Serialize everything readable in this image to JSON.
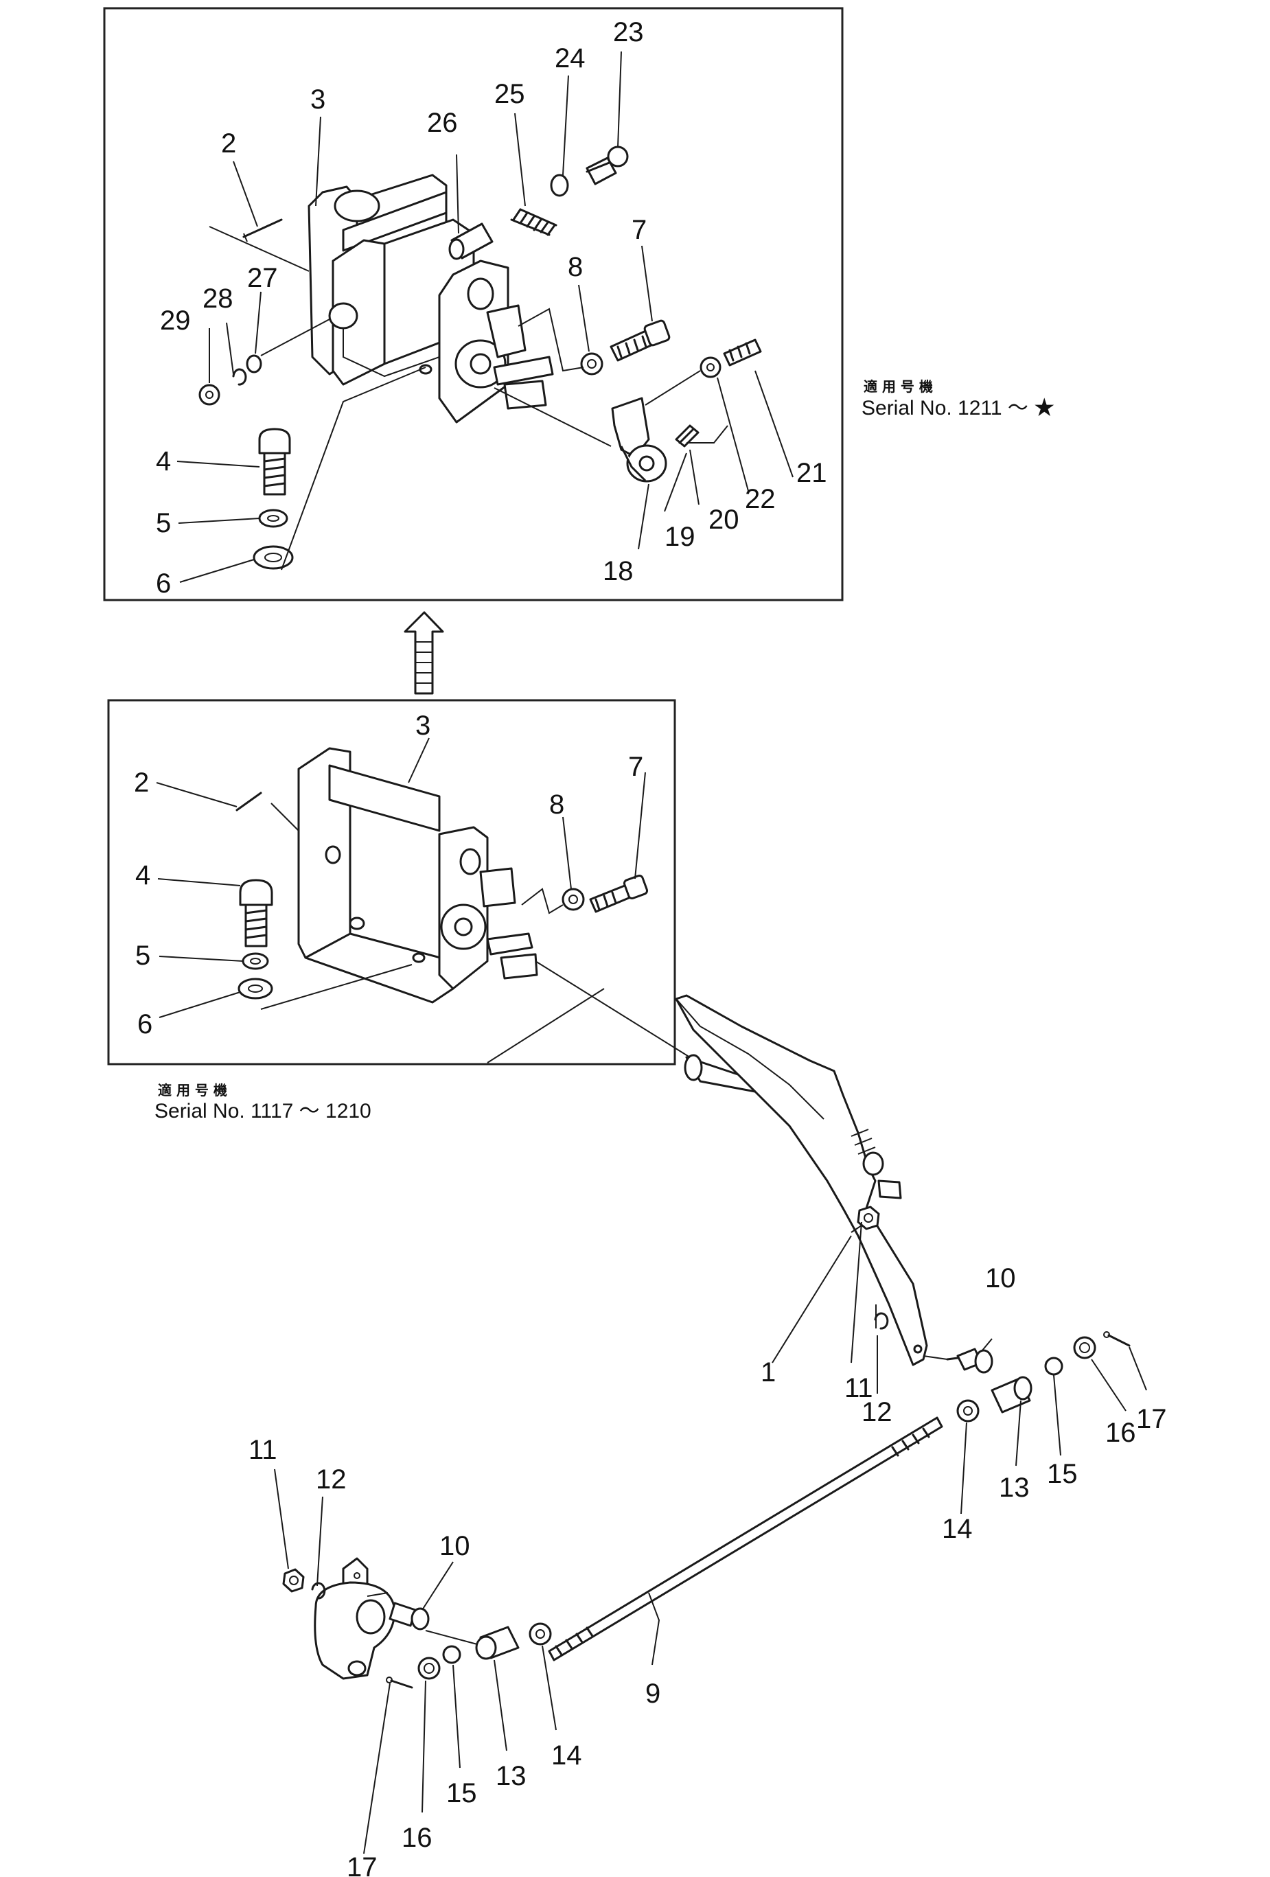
{
  "upper_box": {
    "caption_jp": "適 用 号 機",
    "caption_serial": "Serial No. 1211 〜 ★",
    "labels": {
      "l2": "2",
      "l3": "3",
      "l4": "4",
      "l5": "5",
      "l6": "6",
      "l7": "7",
      "l8": "8",
      "l18": "18",
      "l19": "19",
      "l20": "20",
      "l21": "21",
      "l22": "22",
      "l23": "23",
      "l24": "24",
      "l25": "25",
      "l26": "26",
      "l27": "27",
      "l28": "28",
      "l29": "29"
    }
  },
  "lower_box": {
    "caption_jp": "適 用 号 機",
    "caption_serial": "Serial No. 1117 〜 1210",
    "labels": {
      "l2": "2",
      "l3": "3",
      "l4": "4",
      "l5": "5",
      "l6": "6",
      "l7": "7",
      "l8": "8"
    }
  },
  "lever_assembly": {
    "labels": {
      "l1": "1",
      "l10": "10",
      "l11": "11",
      "l12": "12",
      "l13": "13",
      "l14": "14",
      "l15": "15",
      "l16": "16",
      "l17": "17"
    }
  },
  "rod_assembly": {
    "labels": {
      "l9": "9",
      "l10": "10",
      "l11": "11",
      "l12": "12",
      "l13": "13",
      "l14": "14",
      "l15": "15",
      "l16": "16",
      "l17": "17"
    }
  }
}
